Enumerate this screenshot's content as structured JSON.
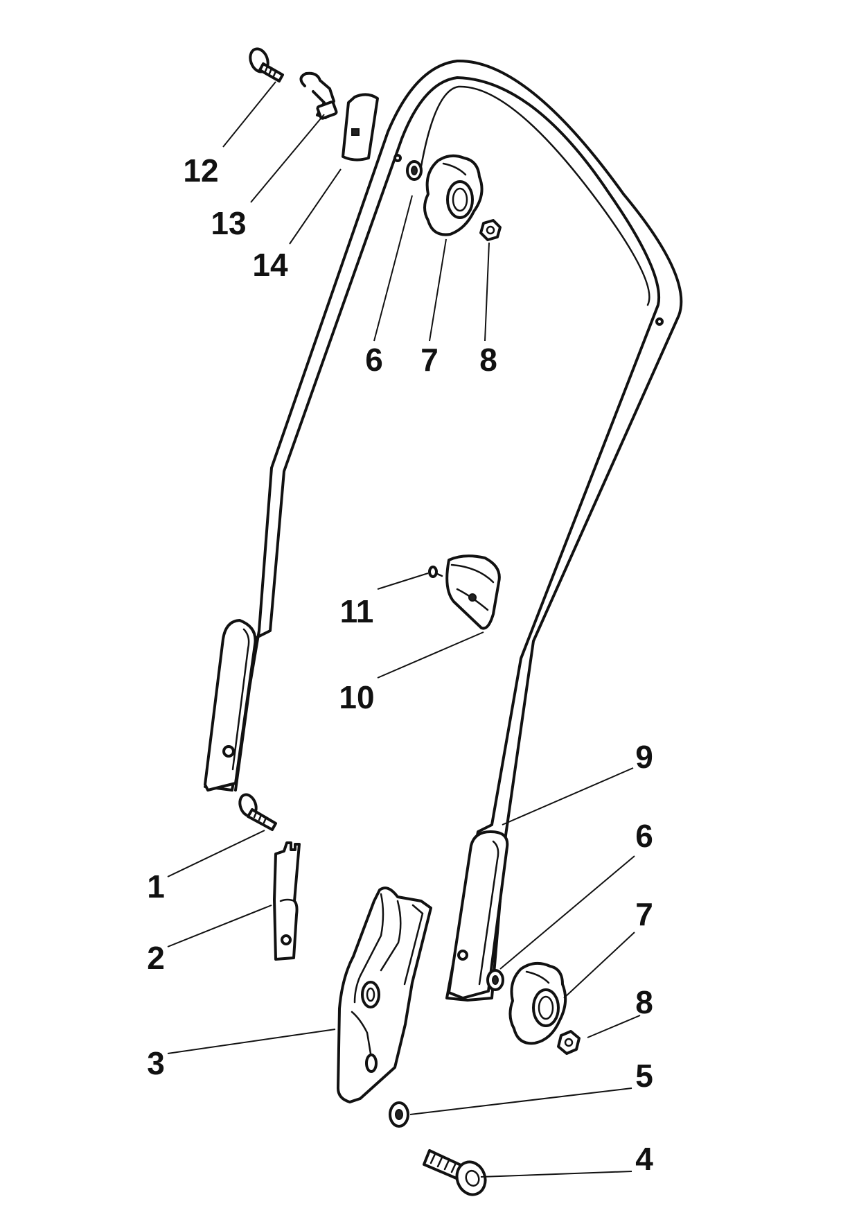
{
  "callouts": [
    {
      "id": "c12",
      "label": "12"
    },
    {
      "id": "c13",
      "label": "13"
    },
    {
      "id": "c14",
      "label": "14"
    },
    {
      "id": "c6a",
      "label": "6"
    },
    {
      "id": "c7a",
      "label": "7"
    },
    {
      "id": "c8a",
      "label": "8"
    },
    {
      "id": "c11",
      "label": "11"
    },
    {
      "id": "c10",
      "label": "10"
    },
    {
      "id": "c9",
      "label": "9"
    },
    {
      "id": "c6b",
      "label": "6"
    },
    {
      "id": "c7b",
      "label": "7"
    },
    {
      "id": "c8b",
      "label": "8"
    },
    {
      "id": "c1",
      "label": "1"
    },
    {
      "id": "c2",
      "label": "2"
    },
    {
      "id": "c3",
      "label": "3"
    },
    {
      "id": "c5",
      "label": "5"
    },
    {
      "id": "c4",
      "label": "4"
    }
  ]
}
